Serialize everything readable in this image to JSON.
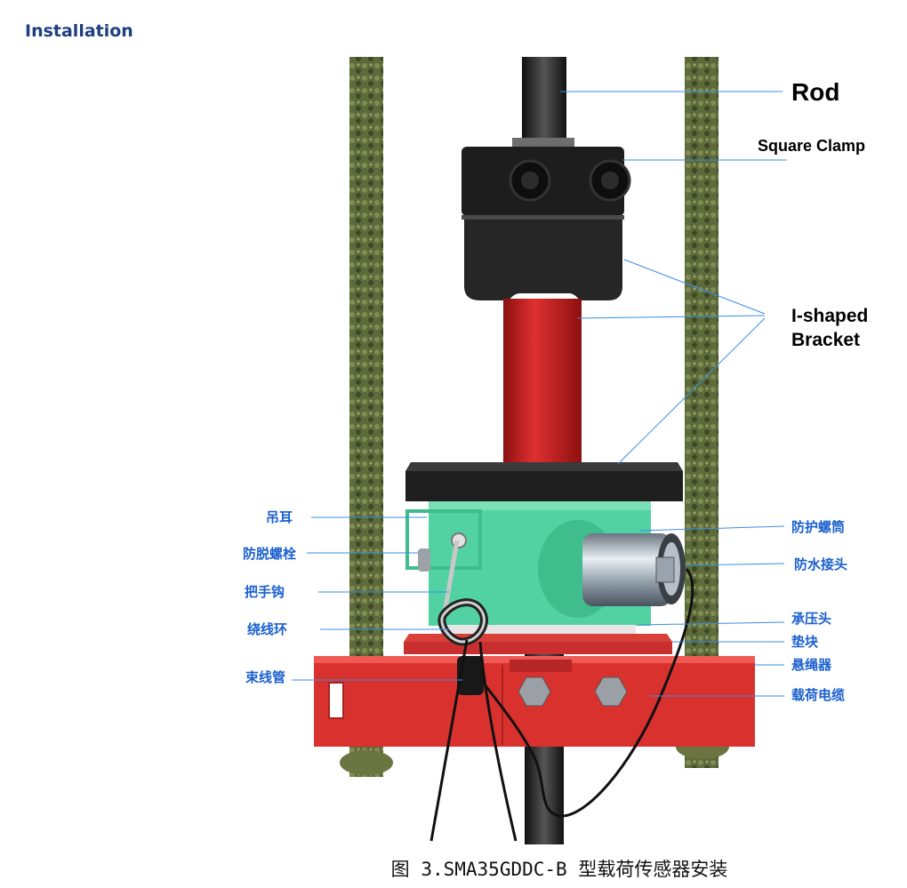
{
  "page": {
    "heading": "Installation",
    "caption": "图 3.SMA35GDDC-B 型载荷传感器安装"
  },
  "labels": {
    "rod": "Rod",
    "square_clamp": "Square Clamp",
    "bracket_line1": "I-shaped",
    "bracket_line2": "Bracket",
    "lifting_lug": "吊耳",
    "anti_loose_bolt": "防脱螺栓",
    "handle_hook": "把手钩",
    "winding_ring": "绕线环",
    "cable_tube": "束线管",
    "protective_tube": "防护螺筒",
    "waterproof_joint": "防水接头",
    "pressure_head": "承压头",
    "pad": "垫块",
    "rope_hanger": "悬绳器",
    "load_cable": "载荷电缆"
  },
  "colors": {
    "heading": "#1f3f7f",
    "label_cn": "#1a5fcf",
    "leader": "#3a8ee8",
    "rod": "#2b2b2b",
    "red_part": "#d42a2a",
    "sensor_body": "#4fd4a0",
    "black_part": "#222222",
    "fiberglass": "#5a6638"
  }
}
